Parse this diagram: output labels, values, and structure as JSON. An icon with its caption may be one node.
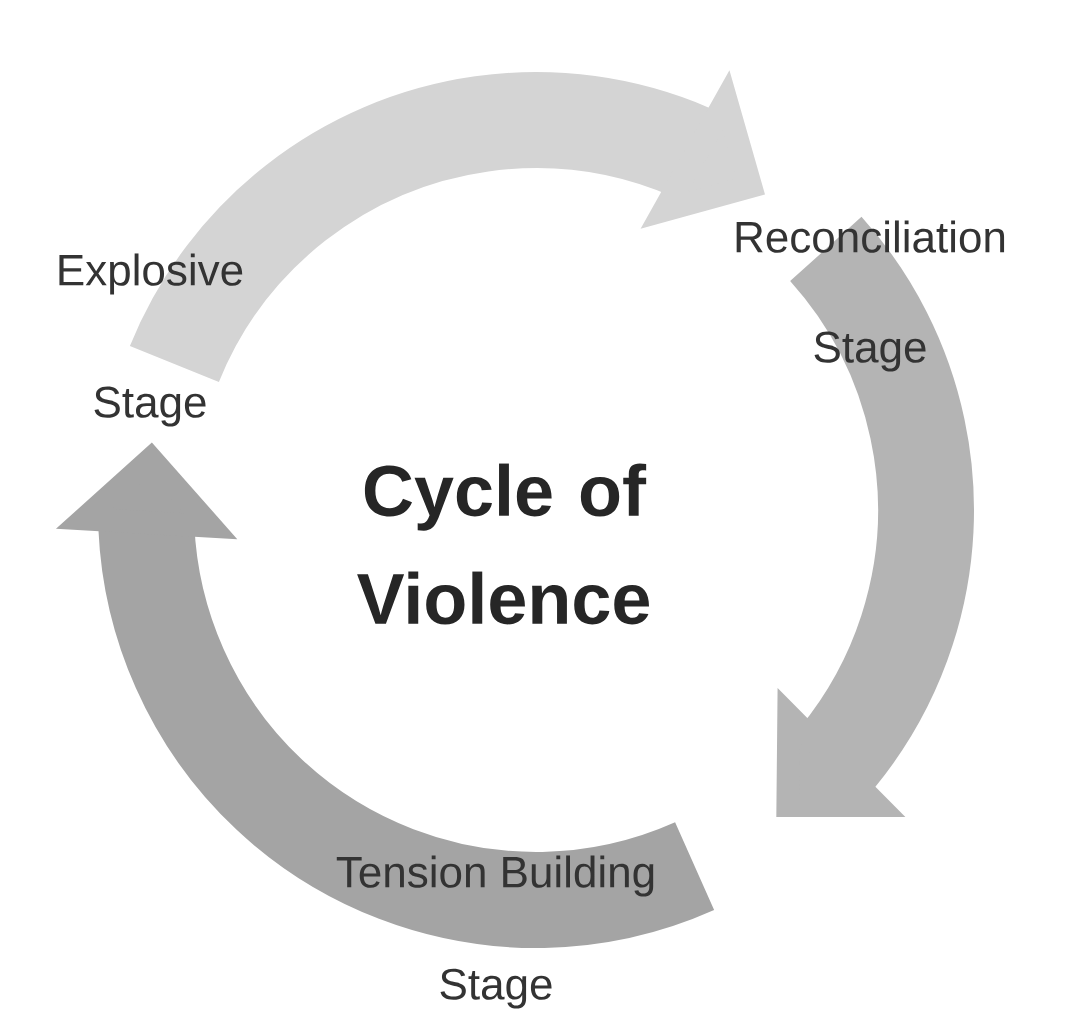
{
  "diagram": {
    "title": "Cycle of Violence",
    "nodes": [
      {
        "text": [
          "Explosive Stage"
        ]
      },
      {
        "text": [
          "Reconciliation Stage"
        ]
      },
      {
        "text": [
          "Tension Building Stage"
        ]
      }
    ],
    "edges": [
      {
        "from": 0,
        "to": 1,
        "arrow": "to",
        "color": "#d4d4d4"
      },
      {
        "from": 1,
        "to": 2,
        "arrow": "to",
        "color": "#b4b4b4"
      },
      {
        "from": 2,
        "to": 0,
        "arrow": "to",
        "color": "#a4a4a4"
      }
    ]
  }
}
